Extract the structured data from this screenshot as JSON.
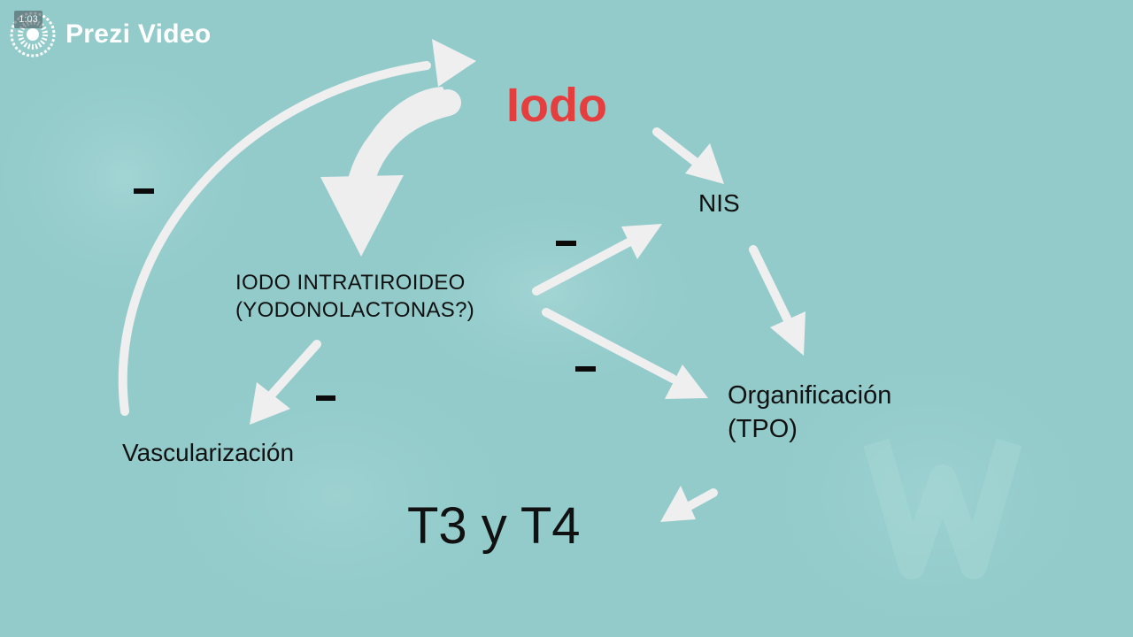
{
  "brand": {
    "name": "Prezi Video",
    "logo_icon": "prezi-logo-icon"
  },
  "player": {
    "timestamp": "1:03"
  },
  "diagram": {
    "colors": {
      "background": "#93cbcb",
      "arrow": "#efefef",
      "highlight": "#e53e3e",
      "text": "#111111"
    },
    "nodes": {
      "iodo": "Iodo",
      "nis": "NIS",
      "intratiroideo_line1": "IODO INTRATIROIDEO",
      "intratiroideo_line2": "(YODONOLACTONAS?)",
      "vascularizacion": "Vascularización",
      "organificacion_line1": "Organificación",
      "organificacion_line2": "(TPO)",
      "t3t4": "T3 y T4"
    },
    "edges": [
      {
        "from": "Iodo",
        "to": "IODO INTRATIROIDEO (YODONOLACTONAS?)",
        "sign": ""
      },
      {
        "from": "Iodo",
        "to": "NIS",
        "sign": ""
      },
      {
        "from": "NIS",
        "to": "Organificación (TPO)",
        "sign": ""
      },
      {
        "from": "IODO INTRATIROIDEO (YODONOLACTONAS?)",
        "to": "NIS",
        "sign": "-"
      },
      {
        "from": "IODO INTRATIROIDEO (YODONOLACTONAS?)",
        "to": "Organificación (TPO)",
        "sign": "-"
      },
      {
        "from": "IODO INTRATIROIDEO (YODONOLACTONAS?)",
        "to": "Vascularización",
        "sign": "-"
      },
      {
        "from": "Vascularización",
        "to": "Iodo",
        "sign": "-"
      },
      {
        "from": "Organificación (TPO)",
        "to": "T3 y T4",
        "sign": ""
      }
    ]
  }
}
